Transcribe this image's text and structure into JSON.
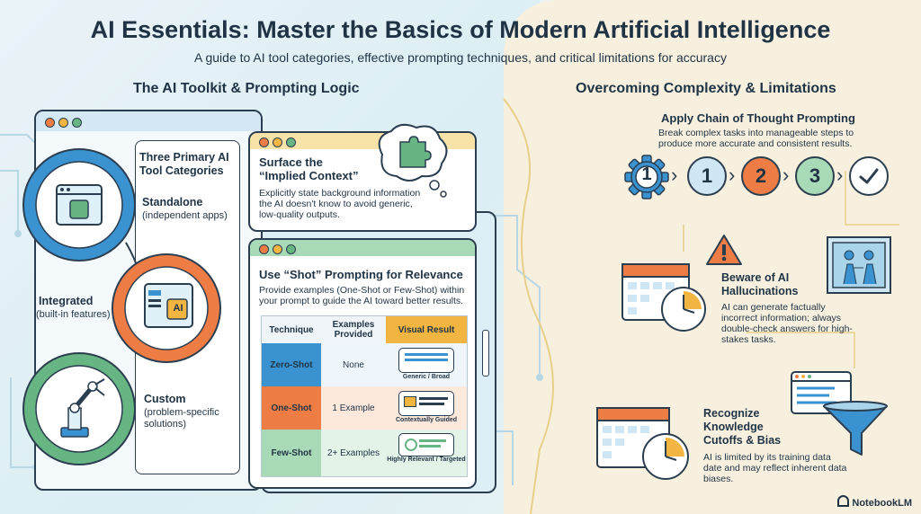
{
  "header": {
    "title": "AI Essentials: Master the Basics of Modern Artificial Intelligence",
    "subtitle": "A guide to AI tool categories, effective prompting techniques, and critical limitations for accuracy"
  },
  "left": {
    "heading": "The AI Toolkit & Prompting Logic",
    "categories": {
      "title": "Three Primary AI Tool Categories",
      "standalone": {
        "name": "Standalone",
        "desc": "(independent apps)"
      },
      "integrated": {
        "name": "Integrated",
        "desc": "(built-in features)"
      },
      "custom": {
        "name": "Custom",
        "desc": "(problem-specific solutions)"
      },
      "chip_label": "AI"
    },
    "context_card": {
      "title": "Surface the “Implied Context”",
      "body": "Explicitly state background information the AI doesn't know to avoid generic, low-quality outputs."
    },
    "shot_card": {
      "title": "Use “Shot” Prompting for Relevance",
      "body": "Provide examples (One-Shot or Few-Shot) within your prompt to guide the AI toward better results.",
      "headers": [
        "Technique",
        "Examples Provided",
        "Visual Result"
      ],
      "rows": [
        {
          "technique": "Zero-Shot",
          "examples": "None",
          "result": "Generic / Broad"
        },
        {
          "technique": "One-Shot",
          "examples": "1 Example",
          "result": "Contextually Guided"
        },
        {
          "technique": "Few-Shot",
          "examples": "2+ Examples",
          "result": "Highly Relevant / Targeted"
        }
      ]
    }
  },
  "right": {
    "heading": "Overcoming Complexity & Limitations",
    "chain": {
      "title": "Apply Chain of Thought Prompting",
      "body": "Break complex tasks into manageable steps to produce more accurate and consistent results.",
      "steps": [
        "1",
        "1",
        "2",
        "3"
      ]
    },
    "hallucinations": {
      "title": "Beware of AI Hallucinations",
      "body": "AI can generate factually incorrect information; always double-check answers for high-stakes tasks."
    },
    "cutoffs": {
      "title": "Recognize Knowledge Cutoffs & Bias",
      "body": "AI is limited by its training data date and may reflect inherent data biases."
    }
  },
  "branding": {
    "logo": "NotebookLM"
  },
  "colors": {
    "blue": "#3a93d0",
    "orange": "#ee7d45",
    "green": "#67b582",
    "yellow": "#f2b541",
    "navy": "#1f3345"
  }
}
